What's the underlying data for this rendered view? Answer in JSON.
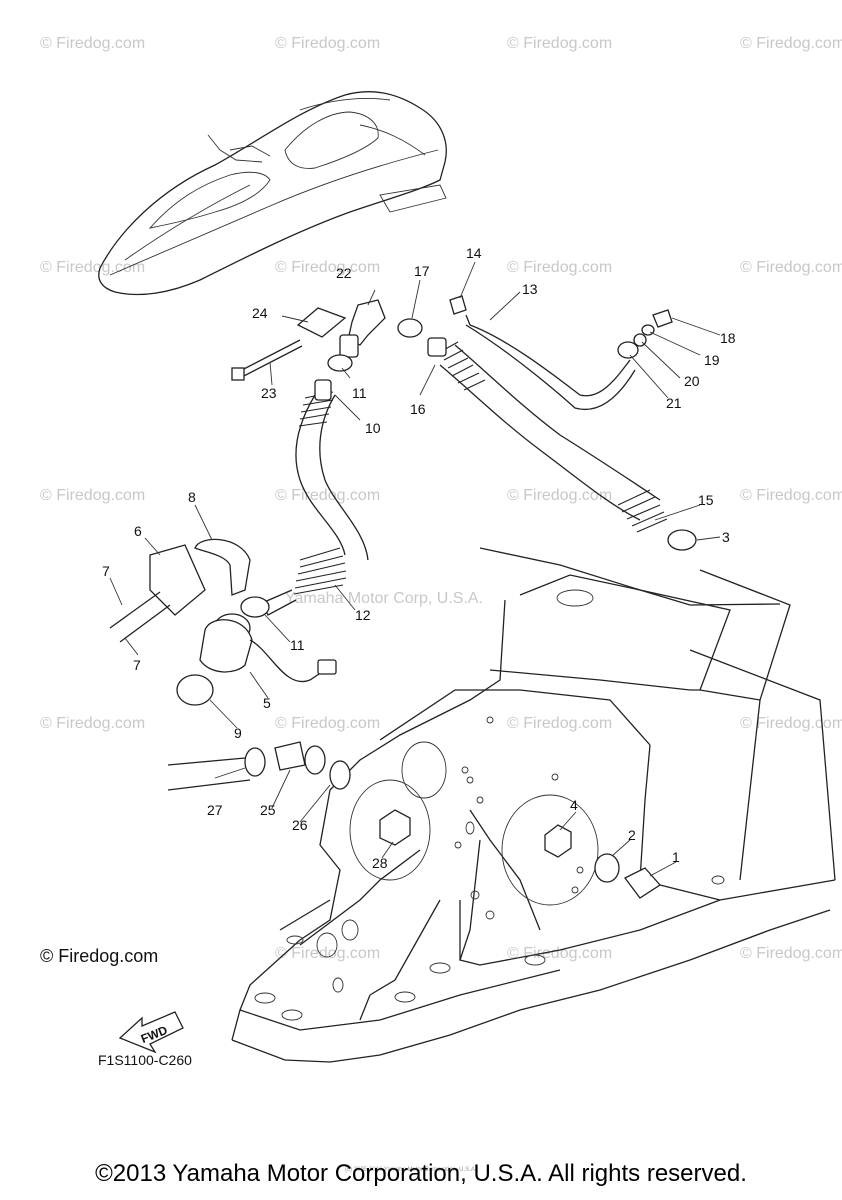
{
  "watermark": {
    "text": "© Firedog.com"
  },
  "watermark_main": {
    "text": "© Firedog.com"
  },
  "mid_watermark": {
    "text": "Yamaha Motor Corp, U.S.A."
  },
  "diagram_code": "F1S1100-C260",
  "fwd_label": "FWD",
  "tiny_notice": "(c) 2005-2016 Yamaha Motor Corporation, U.S.A.",
  "copyright": "©2013 Yamaha Motor Corporation, U.S.A. All rights reserved.",
  "callouts": [
    "1",
    "2",
    "3",
    "4",
    "5",
    "6",
    "7",
    "7",
    "8",
    "9",
    "10",
    "11",
    "11",
    "12",
    "13",
    "14",
    "15",
    "16",
    "17",
    "18",
    "19",
    "20",
    "21",
    "22",
    "23",
    "24",
    "25",
    "26",
    "27",
    "28"
  ]
}
